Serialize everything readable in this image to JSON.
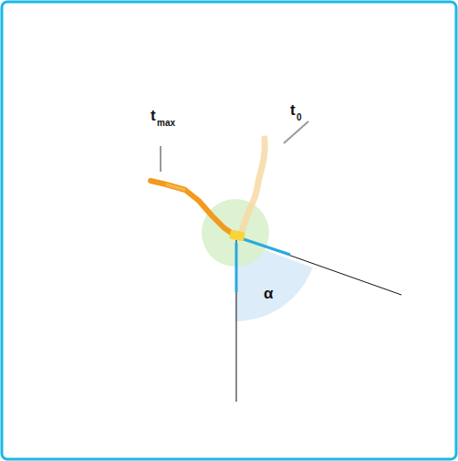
{
  "diagram": {
    "labels": [
      "t",
      "max",
      "t",
      "0",
      "α"
    ]
  }
}
